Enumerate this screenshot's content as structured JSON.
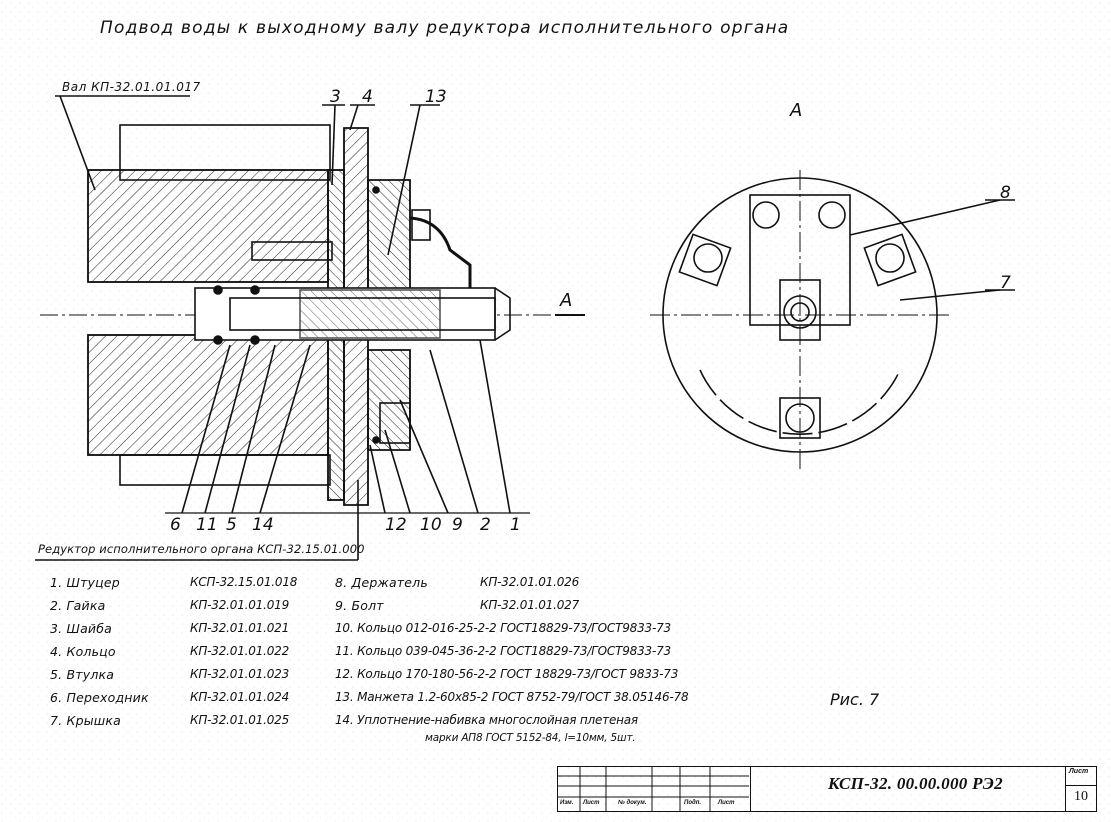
{
  "title": "Подвод воды к выходному валу редуктора исполнительного органа",
  "shaft_label": "Вал КП-32.01.01.017",
  "reducer_label": "Редуктор исполнительного органа КСП-32.15.01.000",
  "section_label": "А",
  "figure_label": "Рис. 7",
  "callouts_top": [
    "3",
    "4",
    "13"
  ],
  "callouts_bottom": [
    "6",
    "11",
    "5",
    "14",
    "12",
    "10",
    "9",
    "2",
    "1"
  ],
  "callouts_right": [
    "8",
    "7"
  ],
  "parts_left": [
    {
      "name": "1. Штуцер",
      "code": "КСП-32.15.01.018"
    },
    {
      "name": "2. Гайка",
      "code": "КП-32.01.01.019"
    },
    {
      "name": "3. Шайба",
      "code": "КП-32.01.01.021"
    },
    {
      "name": "4. Кольцо",
      "code": "КП-32.01.01.022"
    },
    {
      "name": "5. Втулка",
      "code": "КП-32.01.01.023"
    },
    {
      "name": "6. Переходник",
      "code": "КП-32.01.01.024"
    },
    {
      "name": "7. Крышка",
      "code": "КП-32.01.01.025"
    }
  ],
  "parts_right": [
    {
      "name": "8. Держатель",
      "code": "КП-32.01.01.026"
    },
    {
      "name": "9. Болт",
      "code": "КП-32.01.01.027"
    },
    {
      "name": "10. Кольцо 012-016-25-2-2 ГОСТ18829-73/ГОСТ9833-73",
      "code": ""
    },
    {
      "name": "11. Кольцо 039-045-36-2-2 ГОСТ18829-73/ГОСТ9833-73",
      "code": ""
    },
    {
      "name": "12. Кольцо 170-180-56-2-2 ГОСТ 18829-73/ГОСТ 9833-73",
      "code": ""
    },
    {
      "name": "13. Манжета 1.2-60х85-2 ГОСТ 8752-79/ГОСТ 38.05146-78",
      "code": ""
    },
    {
      "name": "14. Уплотнение-набивка многослойная плетеная",
      "code": ""
    }
  ],
  "part14_note": "марки АП8 ГОСТ 5152-84, l=10мм, 5шт.",
  "title_block": {
    "doc_code": "КСП-32. 00.00.000 РЭ2",
    "sheet_label": "Лист",
    "sheet_number": "10",
    "headers": [
      "Изм.",
      "Лист",
      "№ докум.",
      "Подп.",
      "Лист"
    ]
  }
}
